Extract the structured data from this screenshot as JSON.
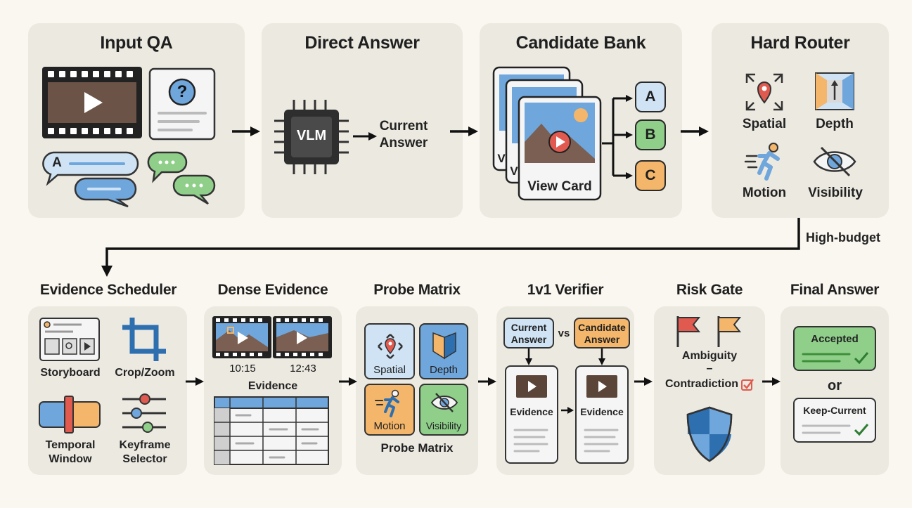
{
  "top_row": {
    "input_qa": {
      "title": "Input QA",
      "bubble_letter": "A",
      "question_mark": "?"
    },
    "direct_answer": {
      "title": "Direct Answer",
      "chip_label": "VLM",
      "output_label_line1": "Current",
      "output_label_line2": "Answer"
    },
    "candidate_bank": {
      "title": "Candidate Bank",
      "card_label": "View Card",
      "options": [
        "A",
        "B",
        "C"
      ],
      "stack_letters": [
        "V",
        "V"
      ]
    },
    "hard_router": {
      "title": "Hard Router",
      "routes": [
        "Spatial",
        "Depth",
        "Motion",
        "Visibility"
      ]
    }
  },
  "connector_label": "High-budget",
  "bottom_row": {
    "evidence_scheduler": {
      "title": "Evidence Scheduler",
      "tools": [
        "Storyboard",
        "Crop/Zoom",
        "Temporal\nWindow",
        "Keyframe\nSelector"
      ]
    },
    "dense_evidence": {
      "title": "Dense Evidence",
      "timestamps": [
        "10:15",
        "12:43"
      ],
      "caption": "Evidence"
    },
    "probe_matrix": {
      "title": "Probe Matrix",
      "cells": [
        "Spatial",
        "Depth",
        "Motion",
        "Visibility"
      ],
      "caption": "Probe Matrix"
    },
    "verifier": {
      "title": "1v1 Verifier",
      "left_box": "Current\nAnswer",
      "vs_label": "vs",
      "right_box": "Candidate\nAnswer",
      "evidence_label": "Evidence"
    },
    "risk_gate": {
      "title": "Risk Gate",
      "label_ambiguity": "Ambiguity",
      "dash": "–",
      "label_contradiction": "Contradiction"
    },
    "final_answer": {
      "title": "Final Answer",
      "accepted_label": "Accepted",
      "or_label": "or",
      "keep_label": "Keep-Current"
    }
  },
  "colors": {
    "panel_bg": "#ece9e1",
    "blue": "#6fa6dc",
    "light_blue": "#cfe3f5",
    "green": "#8fcf8a",
    "orange": "#f4b66a",
    "red": "#e05a4f",
    "brown": "#5b4539"
  }
}
